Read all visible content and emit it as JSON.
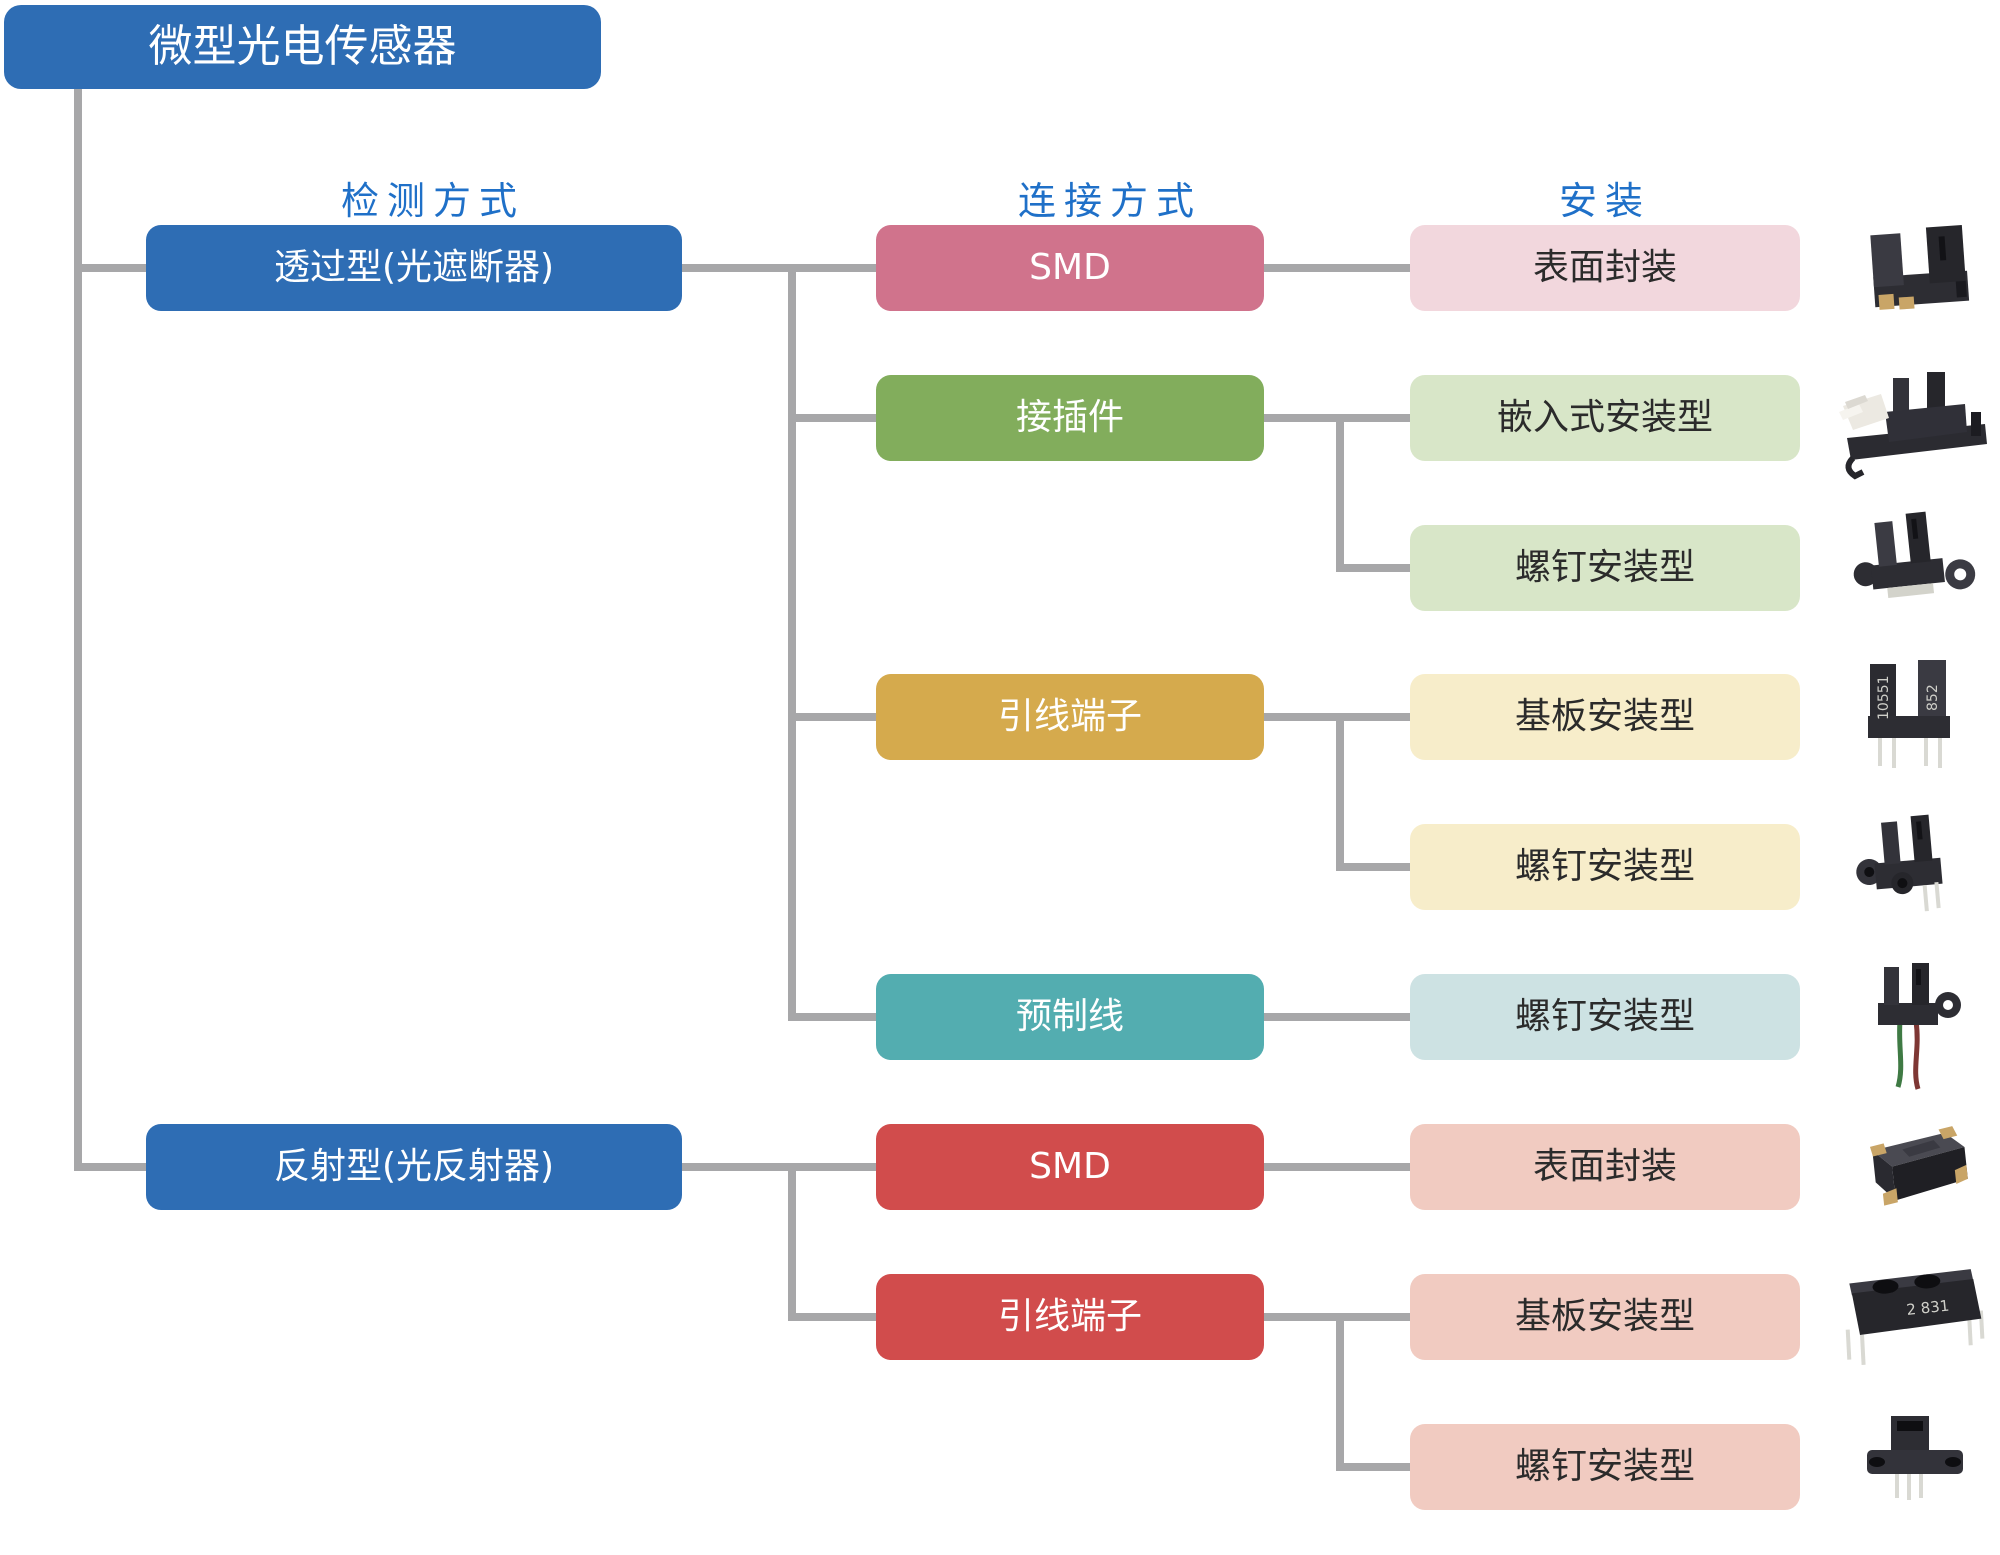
{
  "palette": {
    "node_blue": "#2e6db4",
    "header_text_blue": "#1f70c8",
    "connector_line_gray": "#a7a7a9",
    "smd_pink": "#d0738c",
    "mount_light_pink": "#f2d7dd",
    "plug_green": "#82ad5c",
    "mount_light_green": "#d8e6c8",
    "lead_gold": "#d5aa4d",
    "mount_light_cream": "#f7edca",
    "prewired_teal": "#53adb0",
    "mount_light_cyan": "#cde2e3",
    "smd_red": "#d14c4c",
    "mount_light_salmon": "#f1cbc1",
    "mount_text_dark": "#2b2b2b"
  },
  "root": {
    "label": "微型光电传感器"
  },
  "headers": {
    "detection": "检测方式",
    "connection": "连接方式",
    "mounting": "安装"
  },
  "branches": [
    {
      "label": "透过型(光遮断器)",
      "connections": [
        {
          "label": "SMD",
          "mounts": [
            {
              "label": "表面封装",
              "photo": "smd-slot-photointerrupter"
            }
          ]
        },
        {
          "label": "接插件",
          "mounts": [
            {
              "label": "嵌入式安装型",
              "photo": "connector-snap-in-photointerrupter"
            },
            {
              "label": "螺钉安装型",
              "photo": "connector-screw-mount-photointerrupter"
            }
          ]
        },
        {
          "label": "引线端子",
          "mounts": [
            {
              "label": "基板安装型",
              "photo": "lead-board-mount-photointerrupter",
              "markings": [
                "10551",
                "852"
              ]
            },
            {
              "label": "螺钉安装型",
              "photo": "lead-screw-mount-photointerrupter"
            }
          ]
        },
        {
          "label": "预制线",
          "mounts": [
            {
              "label": "螺钉安装型",
              "photo": "prewired-screw-mount-photointerrupter"
            }
          ]
        }
      ]
    },
    {
      "label": "反射型(光反射器)",
      "connections": [
        {
          "label": "SMD",
          "mounts": [
            {
              "label": "表面封装",
              "photo": "smd-reflective-sensor"
            }
          ]
        },
        {
          "label": "引线端子",
          "mounts": [
            {
              "label": "基板安装型",
              "photo": "lead-board-mount-reflective",
              "markings": [
                "2 831"
              ]
            },
            {
              "label": "螺钉安装型",
              "photo": "lead-screw-mount-reflective"
            }
          ]
        }
      ]
    }
  ]
}
